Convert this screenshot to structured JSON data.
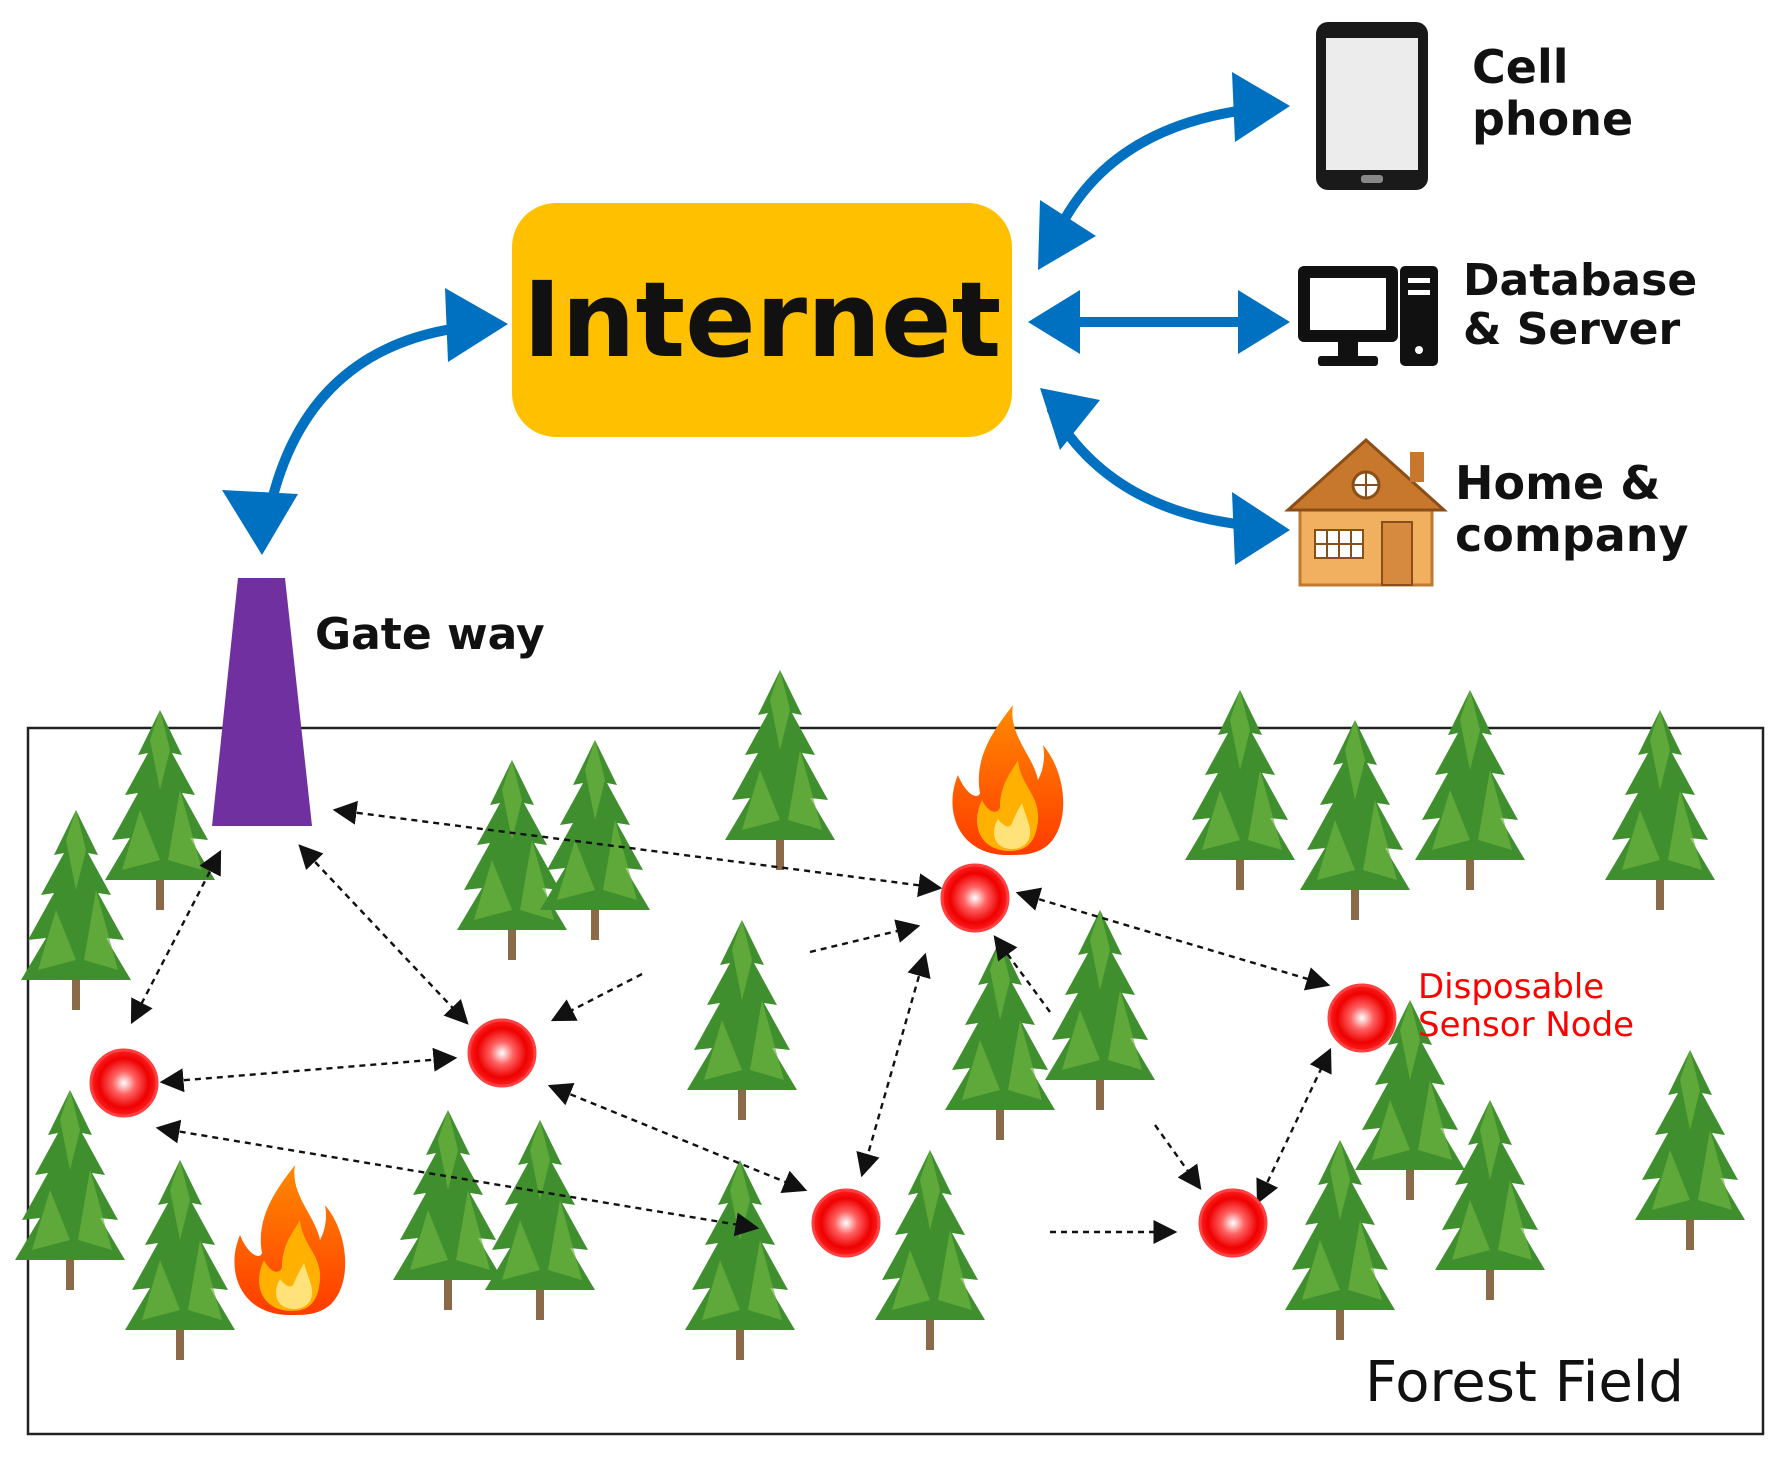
{
  "diagram": {
    "internet_label": "Internet",
    "cell_phone_label": [
      "Cell",
      "phone"
    ],
    "database_label": [
      "Database",
      "& Server"
    ],
    "home_label": [
      "Home &",
      "company"
    ],
    "gateway_label": "Gate way",
    "sensor_label": [
      "Disposable",
      "Sensor Node"
    ],
    "field_label": "Forest Field"
  },
  "colors": {
    "internet_box": "#ffc000",
    "arrow_blue": "#0070c0",
    "gateway": "#7030a0",
    "sensor_red": "#ee0000",
    "sensor_label": "#ff0000",
    "tree_green": "#3f8f2f",
    "flame": "#ff6a00"
  },
  "icons": [
    "cell-phone-icon",
    "computer-server-icon",
    "house-icon",
    "tree-icon",
    "flame-icon",
    "sensor-node-icon"
  ]
}
